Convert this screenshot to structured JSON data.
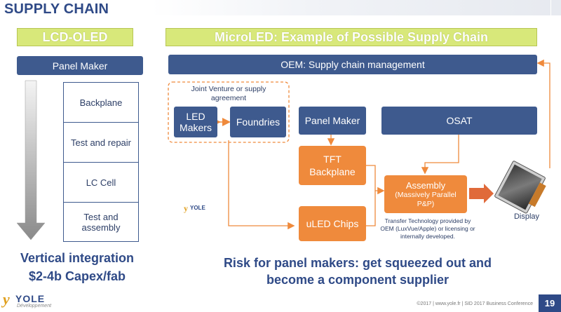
{
  "slide": {
    "title": "SUPPLY CHAIN",
    "page_number": "19",
    "footer": "©2017 | www.yole.fr | SID 2017 Business Conference",
    "logo": {
      "brand": "YOLE",
      "sub": "Développement"
    }
  },
  "left": {
    "header": "LCD-OLED",
    "panel_maker": "Panel Maker",
    "steps": [
      "Backplane",
      "Test and repair",
      "LC Cell",
      "Test and assembly"
    ],
    "caption_line1": "Vertical integration",
    "caption_line2": "$2-4b Capex/fab"
  },
  "right": {
    "header": "MicroLED: Example of Possible Supply Chain",
    "oem_bar": "OEM: Supply chain management",
    "jv_label": "Joint Venture or supply agreement",
    "led_makers": "LED Makers",
    "foundries": "Foundries",
    "panel_maker": "Panel Maker",
    "osat": "OSAT",
    "tft_backplane": "TFT Backplane",
    "uled_chips": "uLED Chips",
    "assembly_title": "Assembly",
    "assembly_sub": "(Massively Parallel P&P)",
    "transfer_note": "Transfer Technology provided by OEM (LuxVue/Apple) or licensing or internally developed.",
    "display_label": "Display",
    "risk_line1": "Risk for panel makers: get squeezed out and",
    "risk_line2": "become a component supplier"
  },
  "colors": {
    "navy": "#3e5a8e",
    "orange": "#ef8a3c",
    "green": "#d8e87a",
    "title_blue": "#2f4a87"
  }
}
